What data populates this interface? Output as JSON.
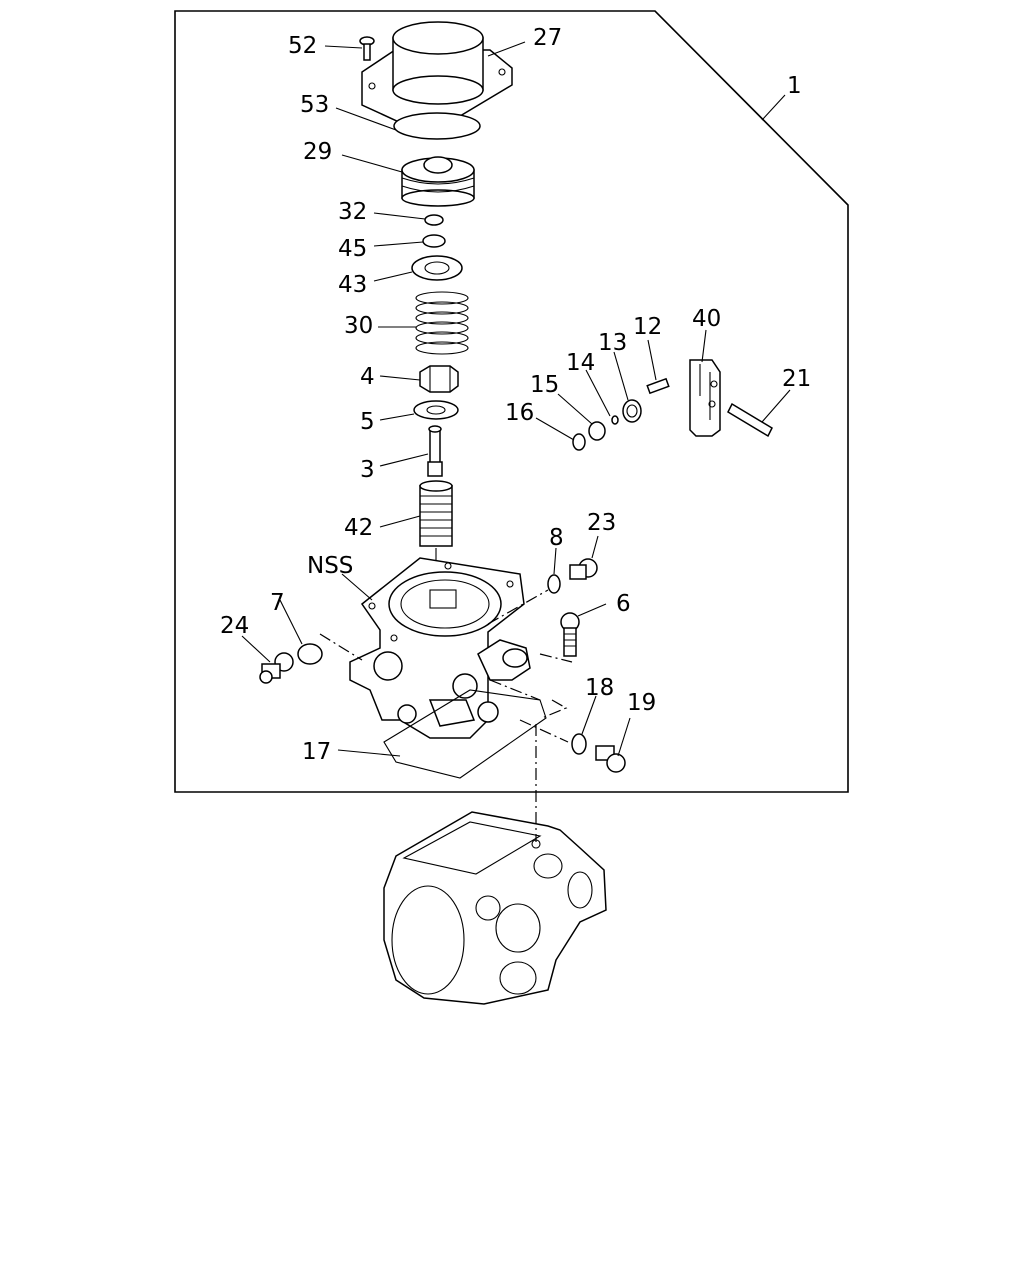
{
  "callouts": {
    "c1": "1",
    "c52": "52",
    "c27": "27",
    "c53": "53",
    "c29": "29",
    "c32": "32",
    "c45": "45",
    "c43": "43",
    "c30": "30",
    "c4": "4",
    "c5": "5",
    "c3": "3",
    "c42": "42",
    "cNSS": "NSS",
    "c7": "7",
    "c24": "24",
    "c17": "17",
    "c8": "8",
    "c23": "23",
    "c6": "6",
    "c18": "18",
    "c19": "19",
    "c12": "12",
    "c13": "13",
    "c14": "14",
    "c15": "15",
    "c16": "16",
    "c40": "40",
    "c21": "21"
  }
}
